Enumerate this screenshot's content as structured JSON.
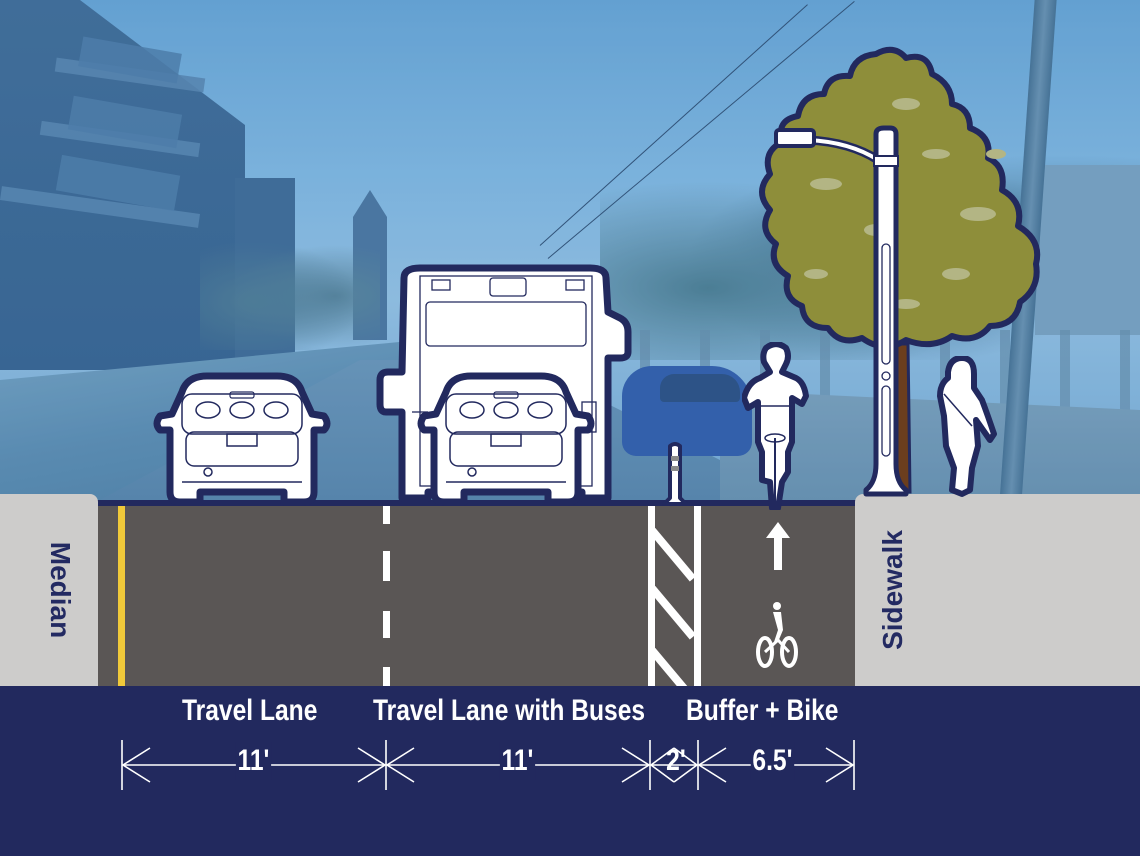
{
  "diagram": {
    "type": "street-cross-section",
    "zones": [
      {
        "id": "median",
        "label": "Median"
      },
      {
        "id": "travel-lane",
        "label": "Travel Lane",
        "width": "11'"
      },
      {
        "id": "travel-lane-buses",
        "label": "Travel Lane with Buses",
        "width": "11'"
      },
      {
        "id": "buffer",
        "label": "Buffer",
        "width": "2'"
      },
      {
        "id": "bike-lane",
        "label": "Bike",
        "width": "6.5'"
      },
      {
        "id": "sidewalk",
        "label": "Sidewalk"
      }
    ]
  },
  "labels": {
    "median": "Median",
    "sidewalk": "Sidewalk",
    "travel_lane": "Travel Lane",
    "travel_lane_buses": "Travel Lane with Buses",
    "buffer_bike": "Buffer + Bike"
  },
  "dimensions": {
    "travel_lane": "11'",
    "travel_lane_buses": "11'",
    "buffer": "2'",
    "bike_lane": "6.5'"
  },
  "elements": {
    "vehicles": [
      "car-rear",
      "bus-rear",
      "car-rear"
    ],
    "bike_lane_markings": [
      "arrow-up-icon",
      "bicycle-rider-icon"
    ],
    "streetscape": [
      "flex-post-bollard",
      "cyclist",
      "street-tree",
      "street-light",
      "pedestrian"
    ]
  },
  "colors": {
    "band": "#22295e",
    "asphalt": "#5a5655",
    "curb": "#cdcccb",
    "yellow_line": "#f0c93a",
    "tree_canopy": "#8e8e3a",
    "tree_trunk": "#6b3e1e",
    "outline": "#22295e"
  }
}
